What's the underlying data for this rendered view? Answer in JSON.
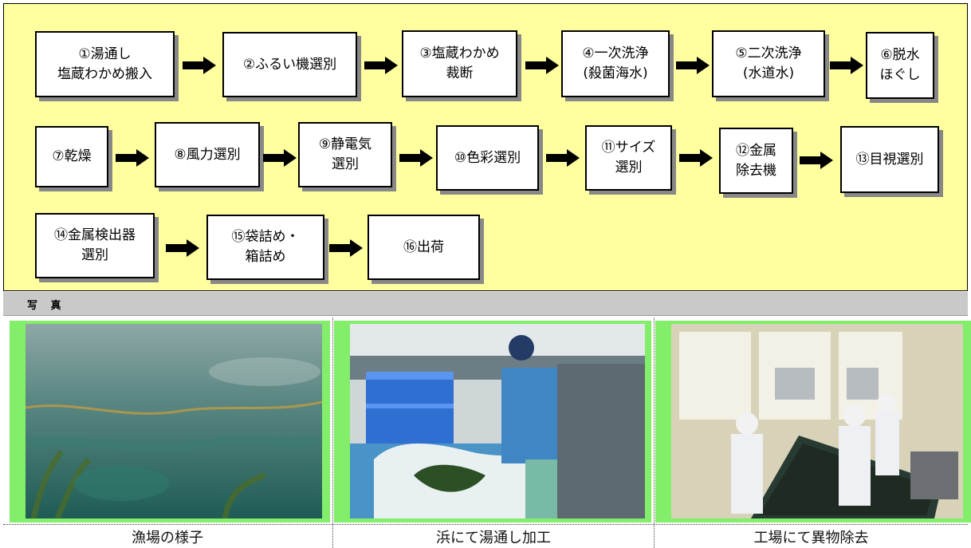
{
  "steps": [
    {
      "label": "①湯通し\n塩蔵わかめ搬入"
    },
    {
      "label": "②ふるい機選別"
    },
    {
      "label": "③塩蔵わかめ\n裁断"
    },
    {
      "label": "④一次洗浄\n(殺菌海水)"
    },
    {
      "label": "⑤二次洗浄\n(水道水)"
    },
    {
      "label": "⑥脱水\nほぐし"
    },
    {
      "label": "⑦乾燥"
    },
    {
      "label": "⑧風力選別"
    },
    {
      "label": "⑨静電気\n選別"
    },
    {
      "label": "⑩色彩選別"
    },
    {
      "label": "⑪サイズ\n選別"
    },
    {
      "label": "⑫金属\n除去機"
    },
    {
      "label": "⑬目視選別"
    },
    {
      "label": "⑭金属検出器\n選別"
    },
    {
      "label": "⑮袋詰め・\n箱詰め"
    },
    {
      "label": "⑯出荷"
    }
  ],
  "photo_section": {
    "header": "写 真"
  },
  "photos": [
    {
      "caption": "漁場の様子"
    },
    {
      "caption": "浜にて湯通し加工"
    },
    {
      "caption": "工場にて異物除去"
    }
  ]
}
